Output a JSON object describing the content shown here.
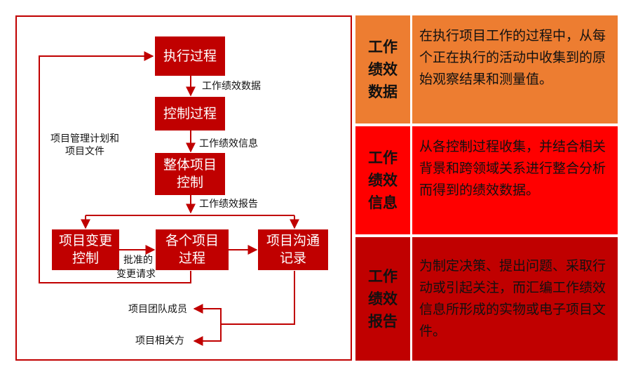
{
  "diagram": {
    "boxes": {
      "execute": "执行过程",
      "control": "控制过程",
      "integrated": "整体项目\n控制",
      "change": "项目变更\n控制",
      "each": "各个项目\n过程",
      "comm": "项目沟通\n记录"
    },
    "labels": {
      "wpd": "工作绩效数据",
      "wpi": "工作绩效信息",
      "wpr": "工作绩效报告",
      "plan": "项目管理计划和\n项目文件",
      "approved": "批准的",
      "change_req": "变更请求",
      "team": "项目团队成员",
      "stakeholders": "项目相关方"
    }
  },
  "table": [
    {
      "term": "工作\n绩效\n数据",
      "desc": "在执行项目工作的过程中，从每个正在执行的活动中收集到的原始观察结果和测量值。",
      "color": "#ed7d31"
    },
    {
      "term": "工作\n绩效\n信息",
      "desc": "从各控制过程收集，并结合相关背景和跨领域关系进行整合分析而得到的绩效数据。",
      "color": "#ff0000"
    },
    {
      "term": "工作\n绩效\n报告",
      "desc": "为制定决策、提出问题、采取行动或引起关注，而汇编工作绩效信息所形成的实物或电子项目文件。",
      "color": "#c00000"
    }
  ]
}
